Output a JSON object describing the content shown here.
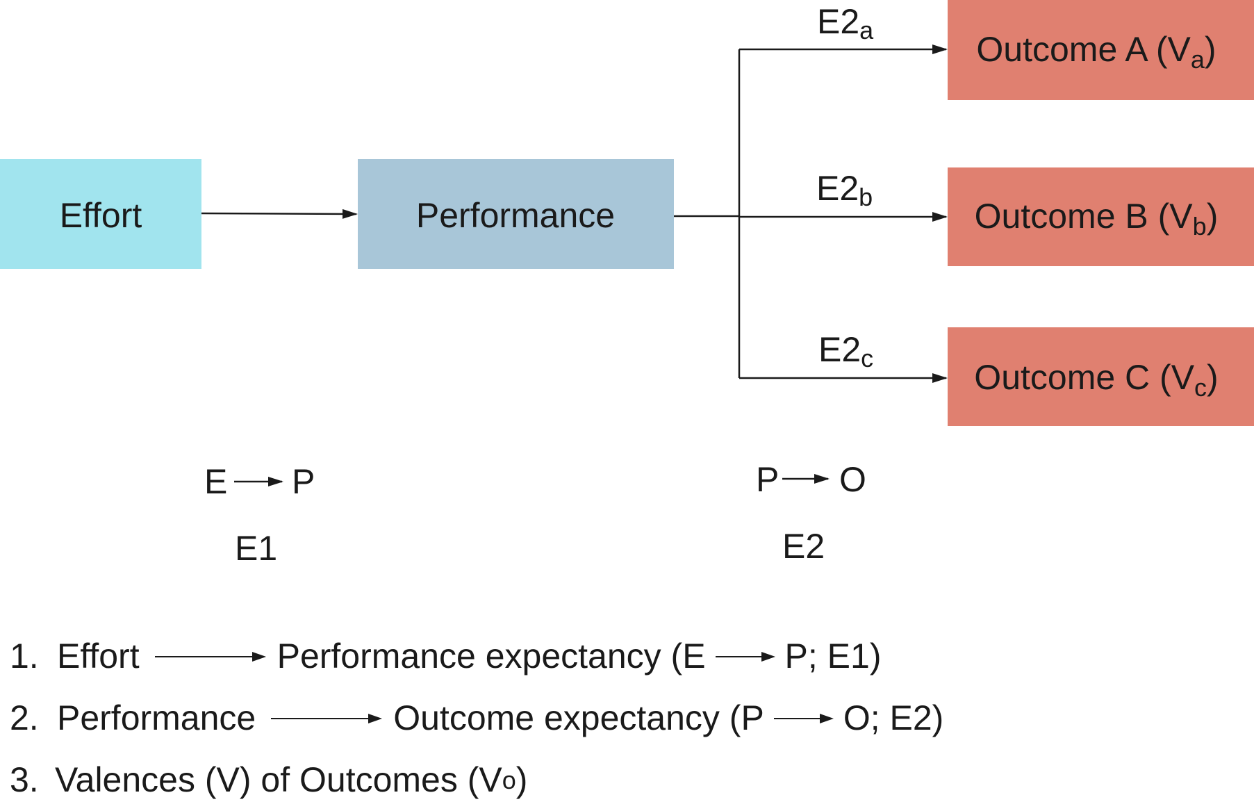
{
  "colors": {
    "effort": "#a1e4ee",
    "performance": "#a8c6d8",
    "outcome": "#e08070",
    "stroke": "#1a1a1a"
  },
  "boxes": {
    "effort": "Effort",
    "performance": "Performance",
    "outcome_a": {
      "text": "Outcome A (V",
      "sub": "a",
      "close": ")"
    },
    "outcome_b": {
      "text": "Outcome B (V",
      "sub": "b",
      "close": ")"
    },
    "outcome_c": {
      "text": "Outcome C (V",
      "sub": "c",
      "close": ")"
    }
  },
  "edge_labels": {
    "e2a": {
      "text": "E2",
      "sub": "a"
    },
    "e2b": {
      "text": "E2",
      "sub": "b"
    },
    "e2c": {
      "text": "E2",
      "sub": "c"
    }
  },
  "relations": {
    "e_to_p": {
      "from": "E",
      "to": "P",
      "label": "E1"
    },
    "p_to_o": {
      "from": "P",
      "to": "O",
      "label": "E2"
    }
  },
  "steps": [
    {
      "number": "1.",
      "left": "Effort",
      "right": "Performance expectancy (E",
      "tail": "P; E1)"
    },
    {
      "number": "2.",
      "left": "Performance",
      "right": "Outcome expectancy (P",
      "tail": "O; E2)"
    },
    {
      "number": "3.",
      "text": "Valences (V) of Outcomes (V",
      "sub": "o",
      "close": ")"
    }
  ]
}
